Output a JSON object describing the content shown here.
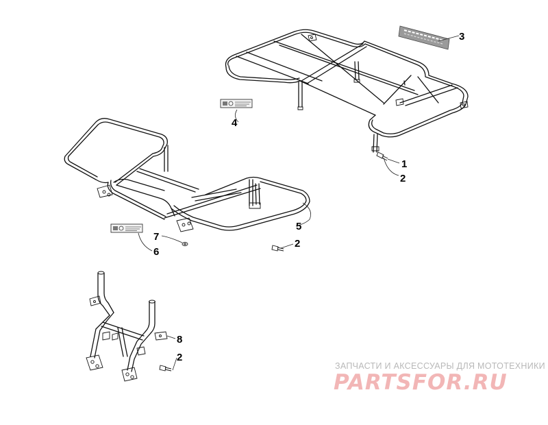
{
  "callouts": {
    "c1": "1",
    "c2a": "2",
    "c2b": "2",
    "c2c": "2",
    "c3": "3",
    "c4": "4",
    "c5": "5",
    "c6": "6",
    "c7": "7",
    "c8": "8"
  },
  "watermark": {
    "caption": "ЗАПЧАСТИ И АКСЕССУАРЫ ДЛЯ МОТОТЕХНИКИ",
    "logo": "PARTSFOR.RU",
    "caption_color": "#b8b8b8",
    "logo_color": "#f2b6b6"
  }
}
